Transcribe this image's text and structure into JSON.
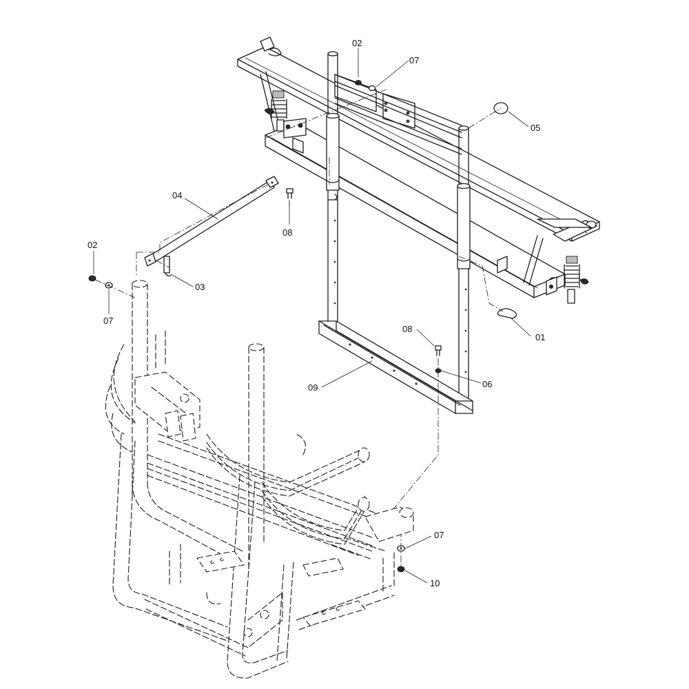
{
  "diagram": {
    "labels": {
      "c01": "01",
      "c02a": "02",
      "c02b": "02",
      "c03": "03",
      "c04": "04",
      "c05": "05",
      "c06": "06",
      "c07a": "07",
      "c07b": "07",
      "c07c": "07",
      "c08a": "08",
      "c08b": "08",
      "c09": "09",
      "c10": "10"
    }
  }
}
